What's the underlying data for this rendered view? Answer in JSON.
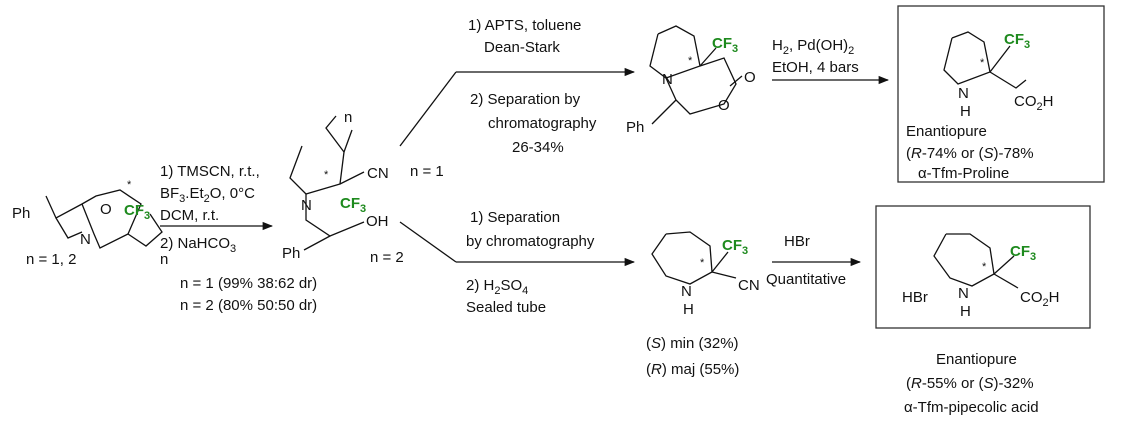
{
  "start": {
    "count_label": "n = 1, 2"
  },
  "step1": {
    "cond_1": "1) TMSCN, r.t.,",
    "cond_2": "BF",
    "cond_2_sub": "3",
    "cond_2_rest": ".Et",
    "cond_2_sub2": "2",
    "cond_2_end": "O, 0°C",
    "cond_3": "DCM, r.t.",
    "cond_4": "2) NaHCO",
    "cond_4_sub": "3",
    "yield_n1": "n = 1  (99%  38:62 dr)",
    "yield_n2": "n = 2   (80%  50:50 dr)"
  },
  "branch_top": {
    "n_label": "n = 1",
    "cond_1": "1) APTS, toluene",
    "cond_2": "Dean-Stark",
    "cond_3": "2) Separation by",
    "cond_4": "chromatography",
    "cond_5": "26-34%"
  },
  "branch_bottom": {
    "n_label": "n = 2",
    "cond_1": "1) Separation",
    "cond_2": "by chromatography",
    "cond_3": "2) H",
    "cond_3_sub": "2",
    "cond_3_mid": "SO",
    "cond_3_sub2": "4",
    "cond_4": "Sealed tube"
  },
  "hydrogenation": {
    "cond_1": "H",
    "cond_1_sub": "2",
    "cond_1_mid": ", Pd(OH)",
    "cond_1_sub2": "2",
    "cond_2": "EtOH, 4 bars"
  },
  "hbr_step": {
    "reagent": "HBr",
    "yield": "Quantitative"
  },
  "piperidine_isomers": {
    "s_letter": "S",
    "s_text": "min  (32%)",
    "r_letter": "R",
    "r_text": "maj  (55%)"
  },
  "proline_box": {
    "line_1": "Enantiopure",
    "line_2_r": "R",
    "line_2_mid": "-74% or (",
    "line_2_s": "S",
    "line_2_end": ")-78%",
    "line_3": "α-Tfm-Proline"
  },
  "pipecolic_box": {
    "line_1": "Enantiopure",
    "line_2_r": "R",
    "line_2_mid": "-55% or (",
    "line_2_s": "S",
    "line_2_end": ")-32%",
    "line_3": "α-Tfm-pipecolic acid"
  },
  "atoms": {
    "O": "O",
    "N": "N",
    "NH_N": "N",
    "H": "H",
    "Ph": "Ph",
    "n": "n",
    "star": "*",
    "CN": "CN",
    "OH": "OH",
    "CF": "CF",
    "sub3": "3",
    "CO": "CO",
    "sub2": "2",
    "HBr": "HBr"
  },
  "colors": {
    "cf3": "#1e8a1e",
    "ink": "#111111"
  }
}
